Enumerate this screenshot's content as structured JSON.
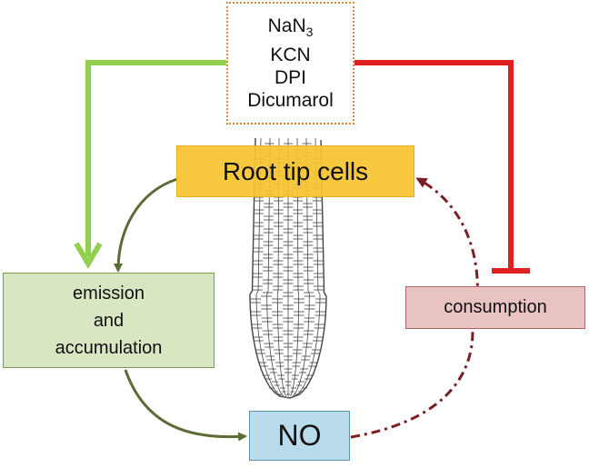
{
  "diagram": {
    "inhibitors": {
      "items": [
        {
          "base": "NaN",
          "sub": "3"
        },
        {
          "base": "KCN",
          "sub": ""
        },
        {
          "base": "DPI",
          "sub": ""
        },
        {
          "base": "Dicumarol",
          "sub": ""
        }
      ]
    },
    "root_tip_label": "Root tip cells",
    "emission": {
      "lines": [
        "emission",
        "and",
        "accumulation"
      ]
    },
    "consumption_label": "consumption",
    "no_label": "NO",
    "colors": {
      "promote_arrow": "#92d050",
      "inhibit_arrow": "#e02020",
      "pathway_arrow": "#5a6b35",
      "consumption_arrow": "#7b1f24",
      "root_box": "#f7c430",
      "emission_box": "#d8e6c2",
      "consumption_box": "#e9c2c2",
      "no_box": "#b9dced",
      "inhibitor_border": "#e08a3c"
    }
  }
}
